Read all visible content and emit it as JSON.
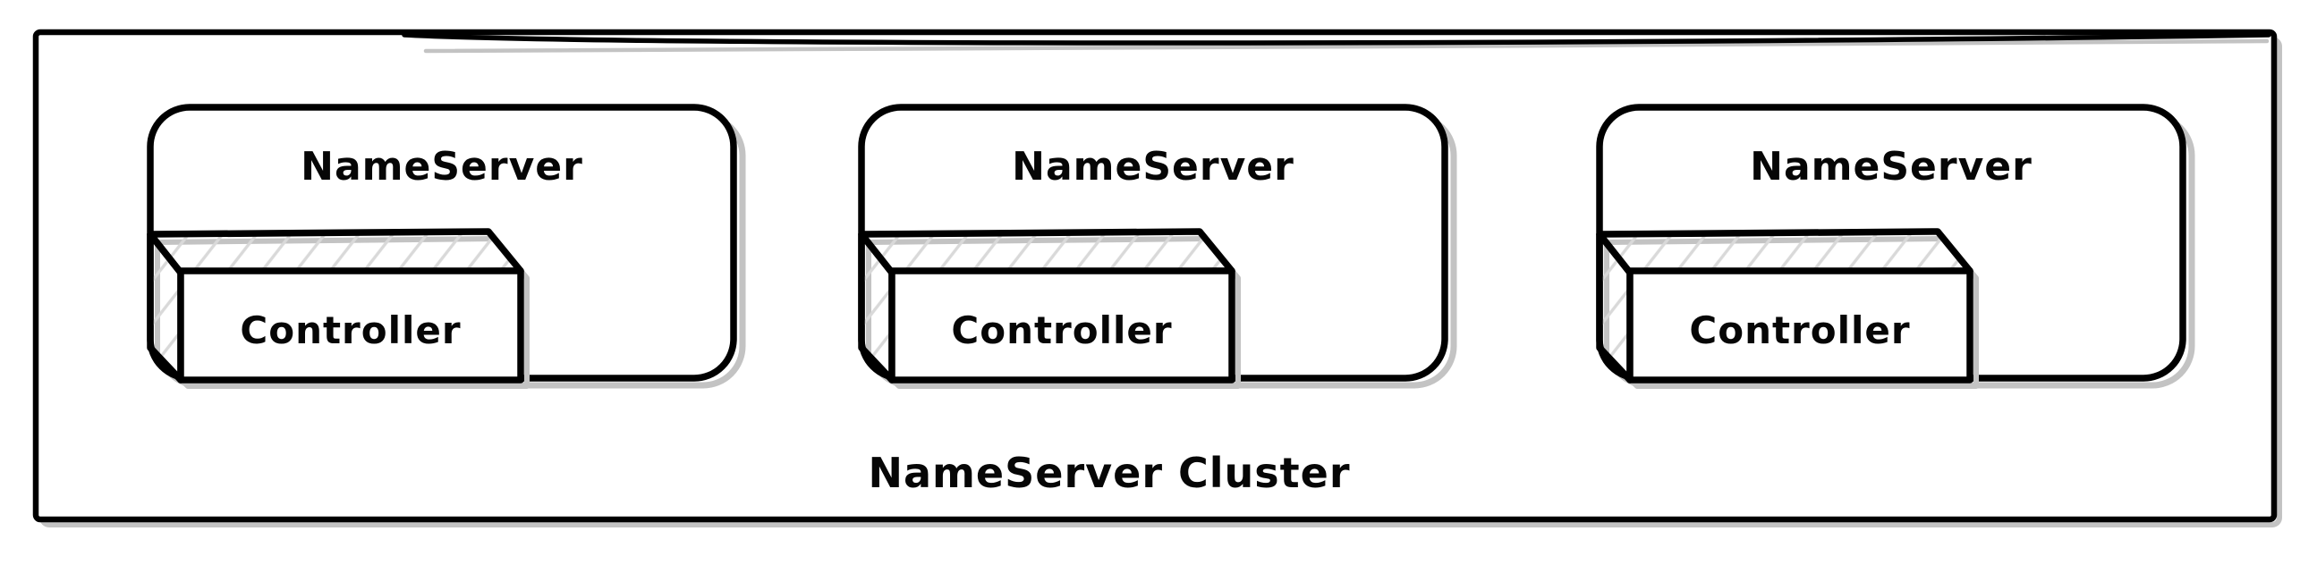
{
  "diagram": {
    "title": "NameServer Cluster",
    "nodes": [
      {
        "label": "NameServer",
        "component": "Controller"
      },
      {
        "label": "NameServer",
        "component": "Controller"
      },
      {
        "label": "NameServer",
        "component": "Controller"
      }
    ],
    "colors": {
      "stroke": "#000000",
      "shadow": "#c3c3c3",
      "hatch": "#d9d9d9",
      "background": "#ffffff",
      "text": "#060606"
    }
  }
}
